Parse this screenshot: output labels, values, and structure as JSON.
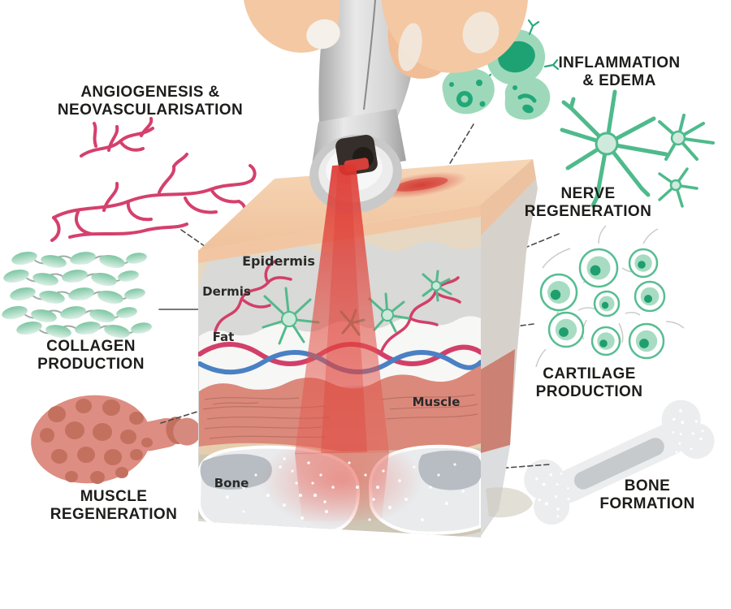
{
  "diagram": {
    "title_present": false,
    "callouts": {
      "angiogenesis": "ANGIOGENESIS &\nNEOVASCULARISATION",
      "inflammation": "INFLAMMATION\n& EDEMA",
      "nerve": "NERVE\nREGENERATION",
      "collagen": "COLLAGEN\nPRODUCTION",
      "cartilage": "CARTILAGE\nPRODUCTION",
      "muscle": "MUSCLE\nREGENERATION",
      "bone": "BONE\nFORMATION"
    },
    "tissue_layers": {
      "epidermis": "Epidermis",
      "dermis": "Dermis",
      "fat": "Fat",
      "muscle": "Muscle",
      "bone": "Bone"
    },
    "icons": {
      "angiogenesis": "blood-vessels-icon",
      "inflammation": "immune-cells-icon",
      "nerve": "neuron-stars-icon",
      "collagen": "collagen-fibers-icon",
      "cartilage": "cartilage-cells-icon",
      "muscle": "muscle-cross-section-icon",
      "bone": "bone-icon",
      "device": "laser-handpiece-icon",
      "beam": "laser-beam-icon"
    },
    "colors": {
      "label_text": "#1d1d1b",
      "green_light": "#9ed8ba",
      "green_accent": "#53b98c",
      "green_dark": "#1f9e6e",
      "pink_vessel": "#d5406d",
      "laser_red": "#e23c36",
      "skin_peach": "#f3c9a5",
      "muscle_salmon": "#dc897c",
      "bone_gray": "#e9ebed",
      "vein_blue": "#4a80c4"
    }
  }
}
